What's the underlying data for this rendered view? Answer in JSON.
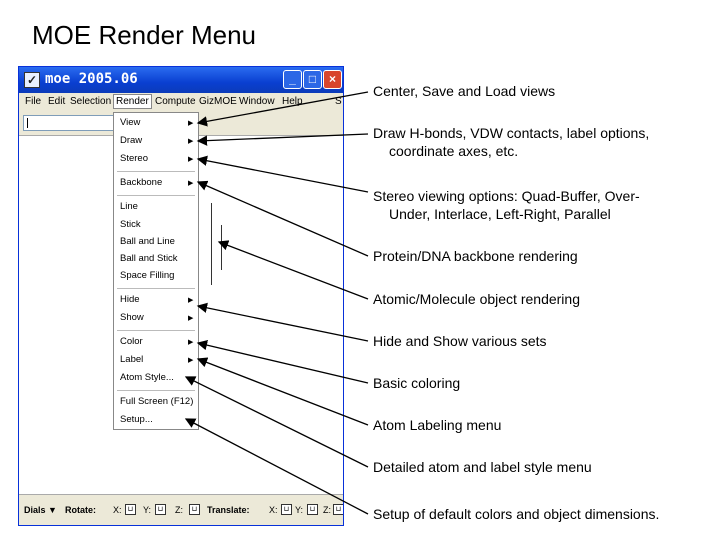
{
  "slide": {
    "title": "MOE Render Menu"
  },
  "window": {
    "title": "moe 2005.06",
    "controls": [
      "_",
      "□",
      "×"
    ],
    "app_icon": "moe-app-icon"
  },
  "menubar": [
    "File",
    "Edit",
    "Selection",
    "Render",
    "Compute",
    "GizMOE",
    "Window",
    "Help",
    "S"
  ],
  "render_menu": {
    "items": [
      {
        "label": "View",
        "arrow": "▶"
      },
      {
        "label": "Draw",
        "arrow": "▶"
      },
      {
        "label": "Stereo",
        "arrow": "▶"
      },
      {
        "label": "Backbone",
        "arrow": "▶"
      },
      {
        "label": "Line"
      },
      {
        "label": "Stick"
      },
      {
        "label": "Ball and Line"
      },
      {
        "label": "Ball and Stick"
      },
      {
        "label": "Space Filling"
      },
      {
        "label": "Hide",
        "arrow": "▶"
      },
      {
        "label": "Show",
        "arrow": "▶"
      },
      {
        "label": "Color",
        "arrow": "▶"
      },
      {
        "label": "Label",
        "arrow": "▶"
      },
      {
        "label": "Atom Style..."
      },
      {
        "label": "Full Screen (F12)"
      },
      {
        "label": "Setup..."
      }
    ]
  },
  "statusbar": {
    "dials": "Dials ▼",
    "rotate": "Rotate:",
    "translate": "Translate:",
    "x": "X:",
    "y": "Y:",
    "z": "Z:"
  },
  "callouts": {
    "view": "Center, Save and Load views",
    "draw_1": "Draw H-bonds, VDW contacts, label options,",
    "draw_2": "coordinate axes, etc.",
    "stereo_1": "Stereo viewing options: Quad-Buffer, Over-",
    "stereo_2": "Under, Interlace, Left-Right, Parallel",
    "backbone": "Protein/DNA backbone rendering",
    "atomic": "Atomic/Molecule object rendering",
    "hideshow": "Hide and Show various sets",
    "color": "Basic coloring",
    "label": "Atom Labeling menu",
    "style": "Detailed atom and label style menu",
    "setup": "Setup of default colors and object dimensions."
  },
  "colors": {
    "titlebar": "#0a3fd1",
    "close_button": "#d8452c",
    "window_bg": "#ece9d8"
  }
}
